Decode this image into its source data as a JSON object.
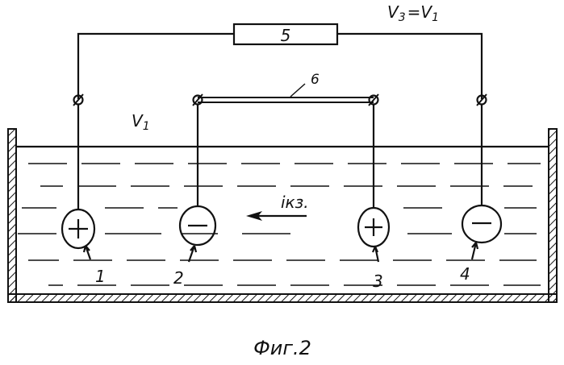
{
  "figure": {
    "caption": "Фиг.2",
    "resistor_label": "5",
    "bridge_label": "6",
    "potential_left": {
      "symbol": "V",
      "sub": "1"
    },
    "potential_eq": {
      "left_symbol": "V",
      "left_sub": "3",
      "eq": "=",
      "right_symbol": "V",
      "right_sub": "1"
    },
    "current_label": "iкз.",
    "electrodes": [
      {
        "number": "1",
        "sign": "+"
      },
      {
        "number": "2",
        "sign": "−"
      },
      {
        "number": "3",
        "sign": "+"
      },
      {
        "number": "4",
        "sign": "−"
      }
    ]
  }
}
